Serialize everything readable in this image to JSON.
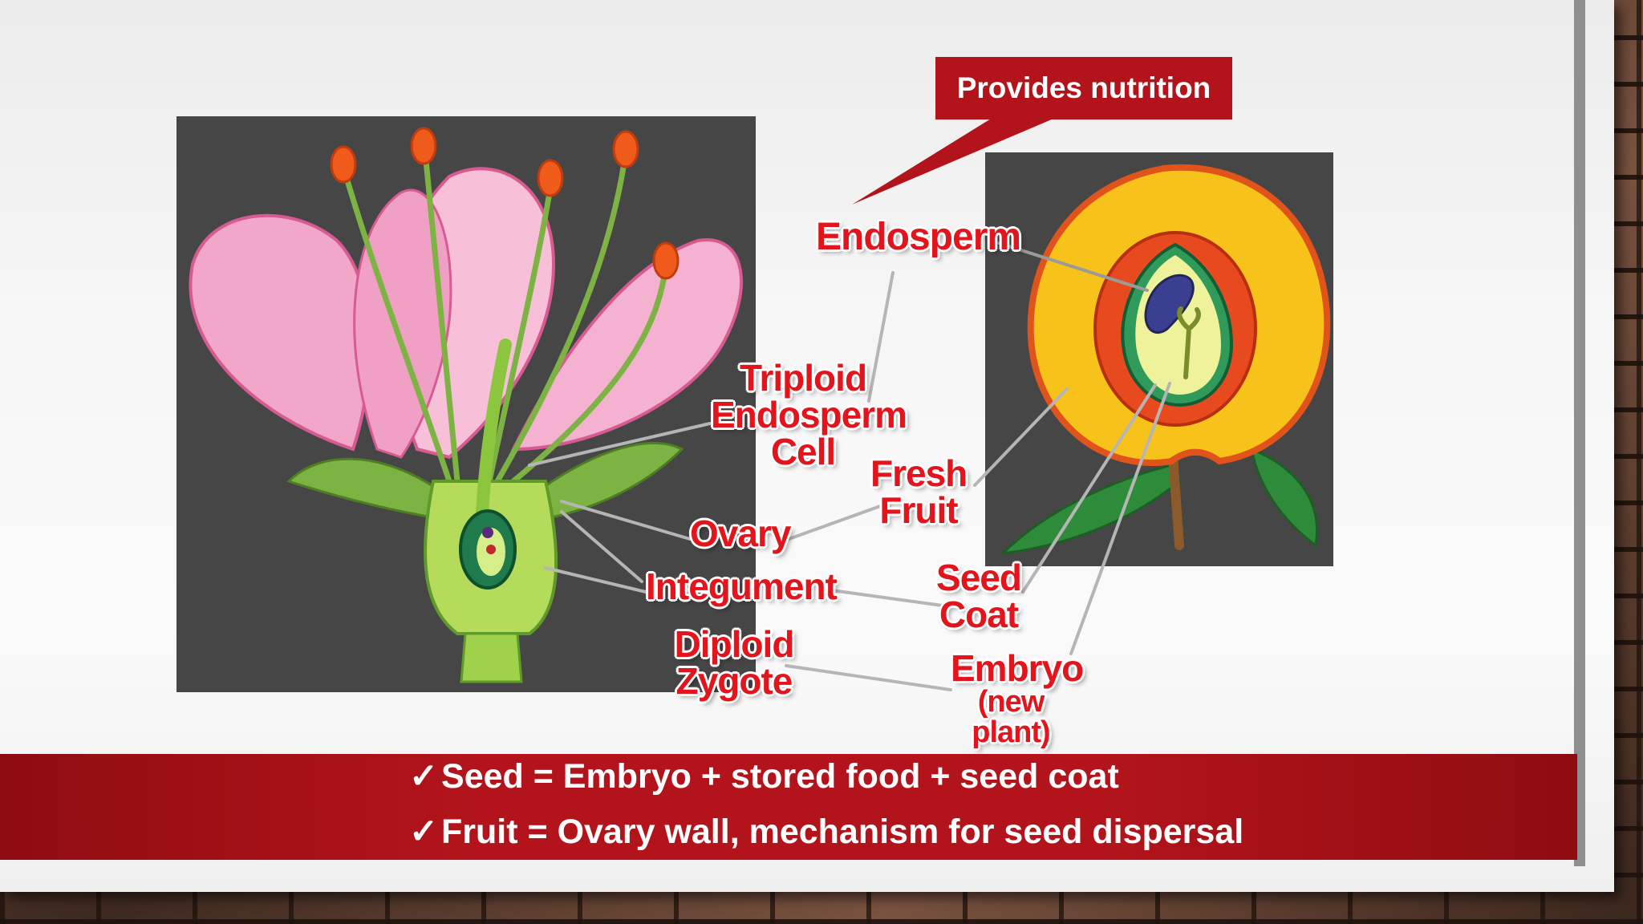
{
  "callout": {
    "text": "Provides nutrition"
  },
  "labels": {
    "endosperm": "Endosperm",
    "triploid_endosperm_cell": [
      "Triploid",
      "Endosperm",
      "Cell"
    ],
    "fresh_fruit": [
      "Fresh",
      "Fruit"
    ],
    "ovary": "Ovary",
    "integument": "Integument",
    "seed_coat": [
      "Seed",
      "Coat"
    ],
    "diploid_zygote": [
      "Diploid",
      "Zygote"
    ],
    "embryo": [
      "Embryo",
      "(new",
      "plant)"
    ]
  },
  "bullets": [
    "Seed = Embryo + stored food + seed coat",
    "Fruit = Ovary wall, mechanism for seed dispersal"
  ],
  "check_mark": "✓",
  "colors": {
    "accent_red": "#b3141b",
    "label_red": "#e3141b",
    "panel_dark": "#464646",
    "petal_pink": "#f2a6c8",
    "stem_green": "#9fd14a",
    "fruit_yellow": "#f7c21a"
  }
}
